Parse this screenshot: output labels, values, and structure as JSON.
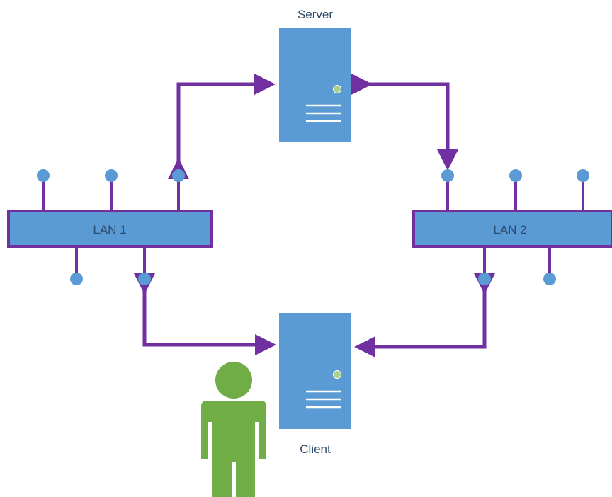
{
  "labels": {
    "server": "Server",
    "client": "Client",
    "lan1": "LAN 1",
    "lan2": "LAN 2"
  },
  "colors": {
    "connector": "#7030a0",
    "device_fill": "#5b9bd5",
    "node_fill": "#5b9bd5",
    "indicator": "#a9d18e",
    "person": "#70ad47",
    "label_text": "#2e4a6b"
  },
  "icons": {
    "server": "server-tower-icon",
    "client": "server-tower-icon",
    "user": "person-icon"
  }
}
